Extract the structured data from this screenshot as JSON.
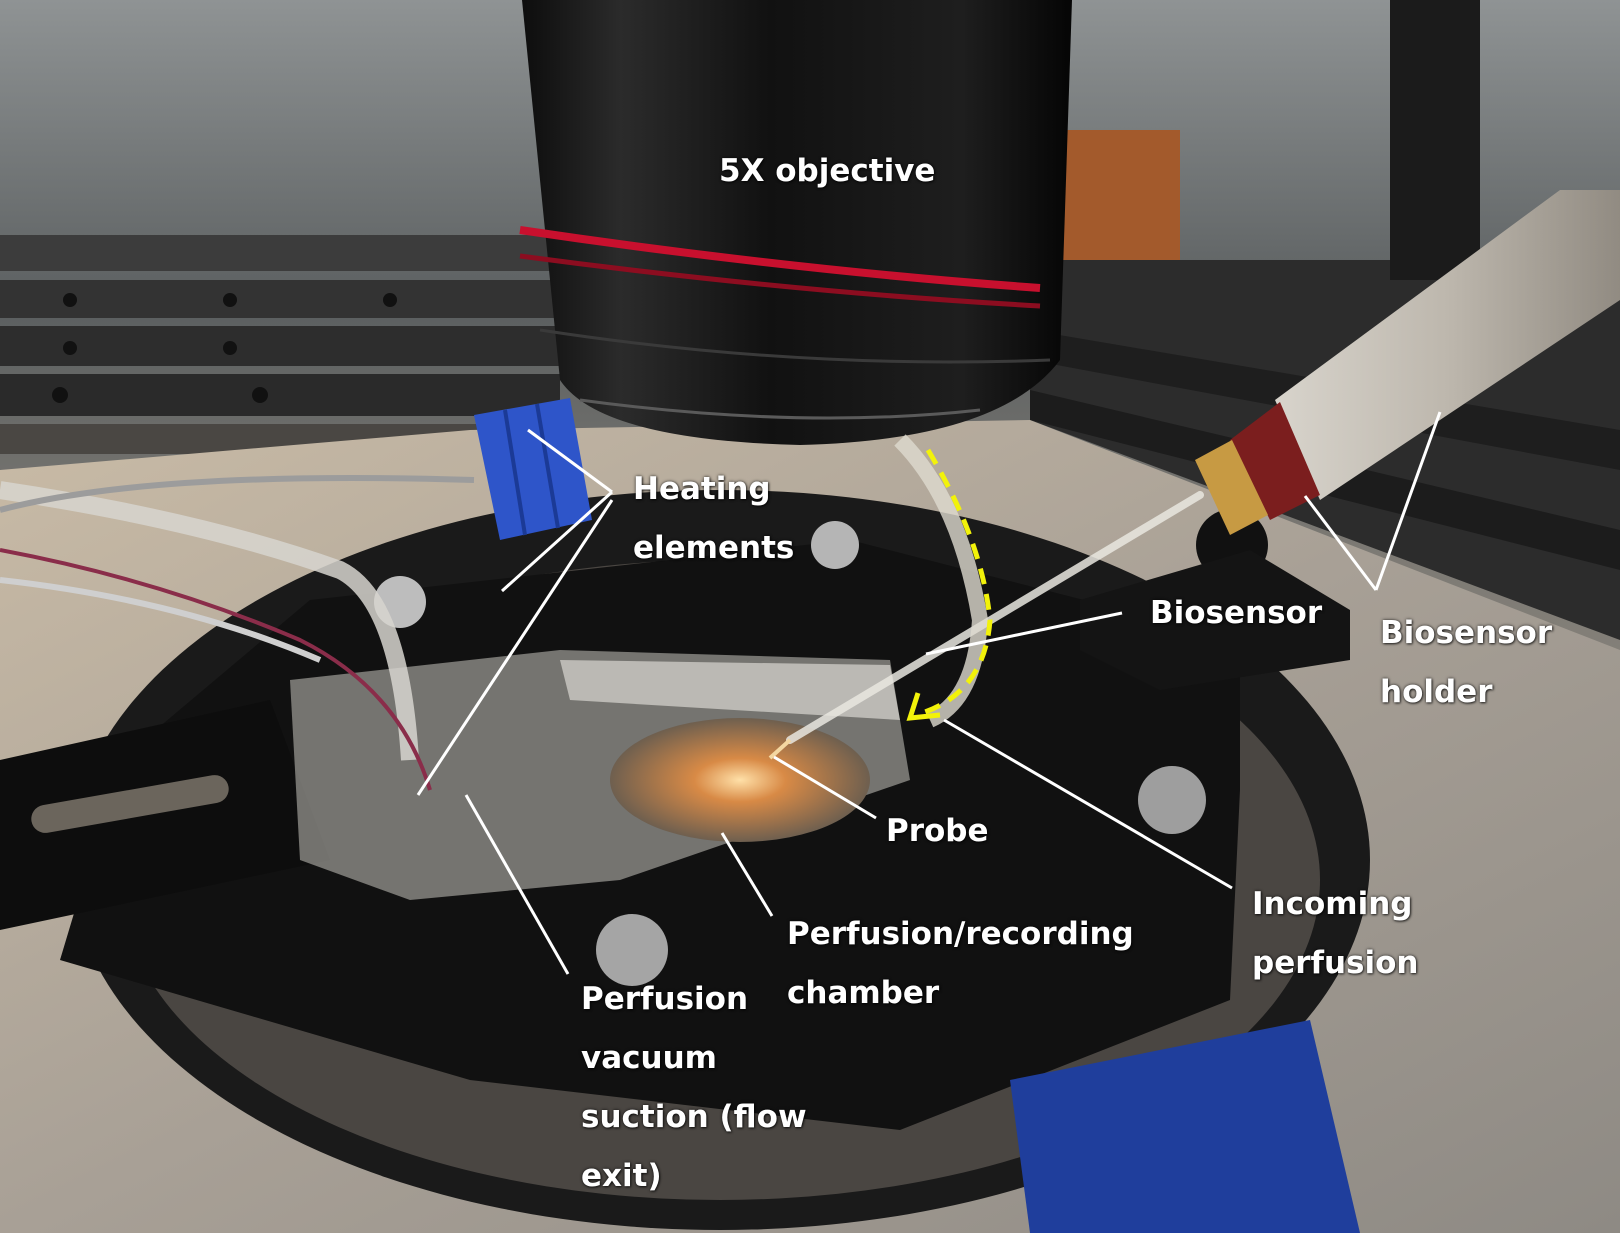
{
  "labels": {
    "objective": "5X objective",
    "heating_elements": "Heating\nelements",
    "biosensor": "Biosensor",
    "biosensor_holder": "Biosensor\nholder",
    "probe": "Probe",
    "incoming_perfusion": "Incoming\nperfusion",
    "chamber": "Perfusion/recording\nchamber",
    "vacuum": "Perfusion\nvacuum\nsuction (flow\nexit)"
  },
  "colors": {
    "label_text": "#ffffff",
    "leader_lines": "#ffffff",
    "flow_arrow": "#f2f20a",
    "objective_band": "#c8102e"
  }
}
